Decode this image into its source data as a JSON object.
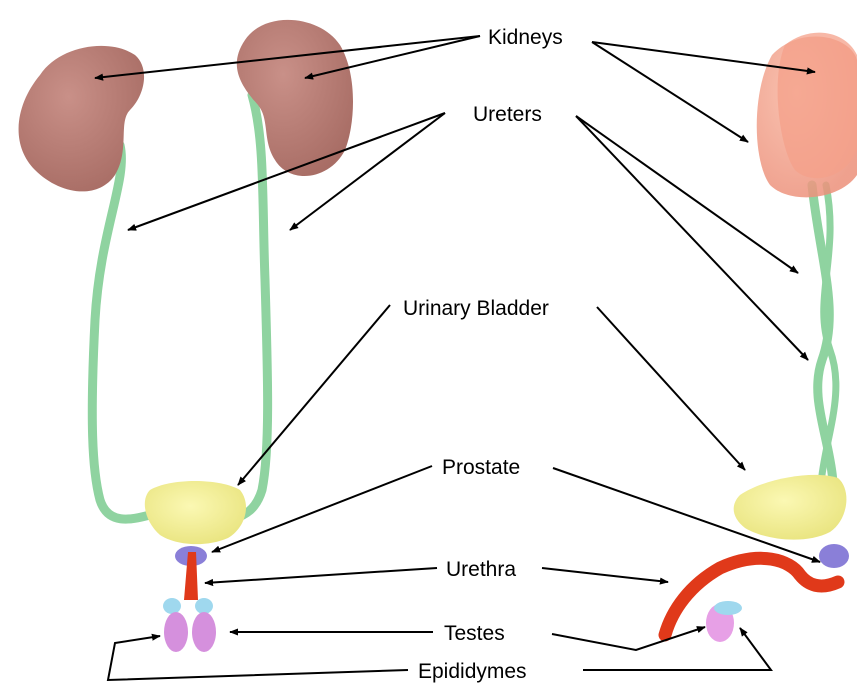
{
  "labels": {
    "kidneys": "Kidneys",
    "ureters": "Ureters",
    "urinary_bladder": "Urinary Bladder",
    "prostate": "Prostate",
    "urethra": "Urethra",
    "testes": "Testes",
    "epididymes": "Epididymes"
  },
  "colors": {
    "kidney_front": "#b97f76",
    "kidney_side": "#f2a48e",
    "ureter": "#8fd3a0",
    "bladder": "#f3f09a",
    "prostate": "#8a7fd8",
    "urethra": "#e0391a",
    "testis": "#e7a0e6",
    "epididymis": "#9fd8ee"
  }
}
